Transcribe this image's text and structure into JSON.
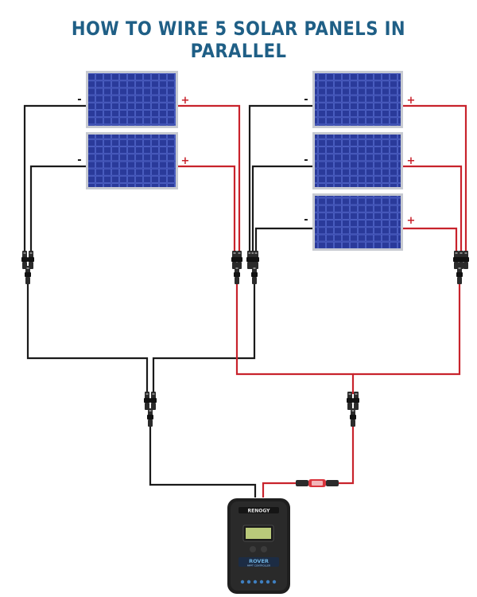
{
  "title": "HOW TO WIRE 5 SOLAR PANELS IN PARALLEL",
  "polarity": {
    "negative": "-",
    "positive": "+"
  },
  "panels": [
    {
      "id": "panel-1",
      "negative": "-",
      "positive": "+"
    },
    {
      "id": "panel-2",
      "negative": "-",
      "positive": "+"
    },
    {
      "id": "panel-3",
      "negative": "-",
      "positive": "+"
    },
    {
      "id": "panel-4",
      "negative": "-",
      "positive": "+"
    },
    {
      "id": "panel-5",
      "negative": "-",
      "positive": "+"
    }
  ],
  "controller": {
    "brand": "RENOGY",
    "model": "ROVER",
    "subtitle": "MPPT CONTROLLER"
  },
  "colors": {
    "title": "#1f5f86",
    "negative_wire": "#1a1a1a",
    "positive_wire": "#c8232c",
    "panel": "#2e3c9c",
    "panel_frame": "#c7cad1",
    "controller": "#222222"
  },
  "icons": [
    "solar-panel-icon",
    "mc4-connector-icon",
    "inline-fuse-icon",
    "charge-controller-icon"
  ]
}
